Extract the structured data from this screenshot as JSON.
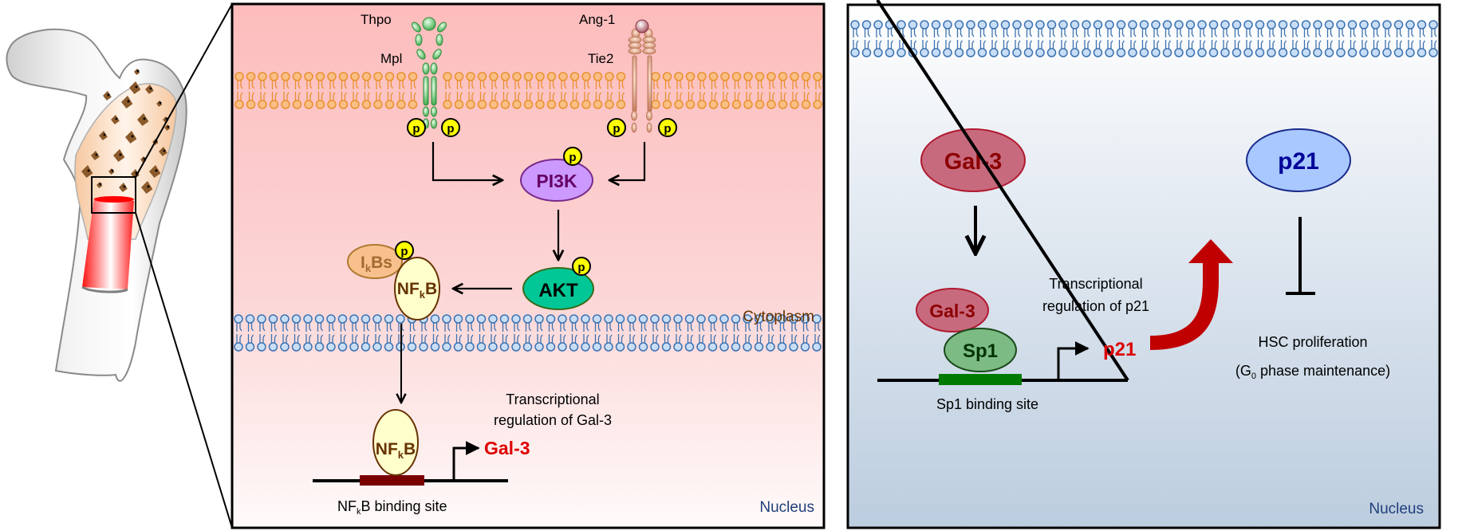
{
  "bone": {
    "label": "femur-with-marrow"
  },
  "left_panel": {
    "receptors": {
      "thpo": "Thpo",
      "mpl": "Mpl",
      "ang1": "Ang-1",
      "tie2": "Tie2"
    },
    "phospho_label": "p",
    "nodes": {
      "pi3k": "PI3K",
      "akt": "AKT",
      "ikbs_main": "I",
      "ikbs_sub": "k",
      "ikbs_tail": "Bs",
      "nfkb_main": "NF",
      "nfkb_sub": "k",
      "nfkb_tail": "B"
    },
    "cytoplasm_label": "Cytoplasm",
    "nucleus_label": "Nucleus",
    "transcription_line1": "Transcriptional",
    "transcription_line2": "regulation of Gal-3",
    "gene_product": "Gal-3",
    "binding_site_main": "NF",
    "binding_site_sub": "k",
    "binding_site_tail": "B binding site"
  },
  "right_panel": {
    "nodes": {
      "gal3": "Gal-3",
      "p21": "p21",
      "gal3_small": "Gal-3",
      "sp1": "Sp1"
    },
    "transcription_line1": "Transcriptional",
    "transcription_line2": "regulation of p21",
    "gene_product": "p21",
    "binding_site": "Sp1 binding site",
    "outcome_line1": "HSC proliferation",
    "outcome_line2_pre": "(G",
    "outcome_line2_sub": "0",
    "outcome_line2_post": " phase maintenance)",
    "nucleus_label": "Nucleus"
  },
  "colors": {
    "cell_membrane": "#e8912f",
    "cell_membrane_fill": "#f9bf85",
    "nuclear_membrane": "#3d72b0",
    "nuclear_membrane_fill": "#c8def7",
    "phospho_fill": "#ffff00",
    "pi3k_fill": "#cc99ff",
    "pi3k_text": "#660066",
    "akt_fill": "#00c795",
    "nfkb_fill": "#ffffcc",
    "nfkb_text": "#663300",
    "ikbs_fill": "#f8c08c",
    "ikbs_text": "#a06a30",
    "gal3_fill": "#c86a7e",
    "gal3_text": "#8b0000",
    "p21_fill": "#a8c8ff",
    "p21_text": "#000099",
    "sp1_fill": "#7dbb84",
    "sp1_text": "#003300",
    "gene_red": "#dd0000",
    "cytoplasm_text": "#663300",
    "nucleus_text": "#1f3f7a"
  }
}
